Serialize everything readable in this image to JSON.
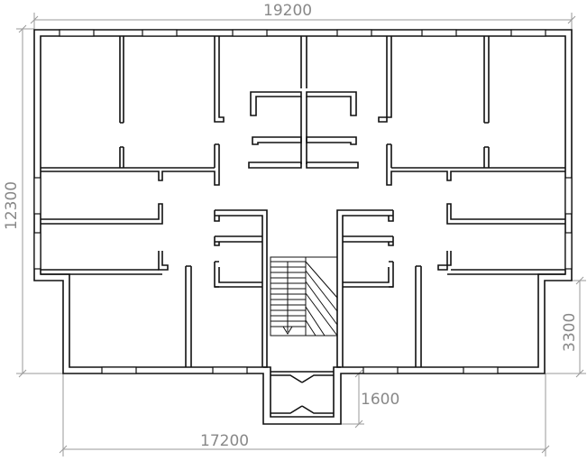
{
  "diagram": {
    "type": "floor-plan",
    "dimensions": {
      "top_width": "19200",
      "left_height": "12300",
      "right_offset": "3300",
      "entrance_depth": "1600",
      "bottom_width": "17200"
    },
    "colors": {
      "walls": "#111111",
      "dimension_lines": "#9a9a9a",
      "dimension_text": "#888888",
      "background": "#ffffff"
    }
  }
}
